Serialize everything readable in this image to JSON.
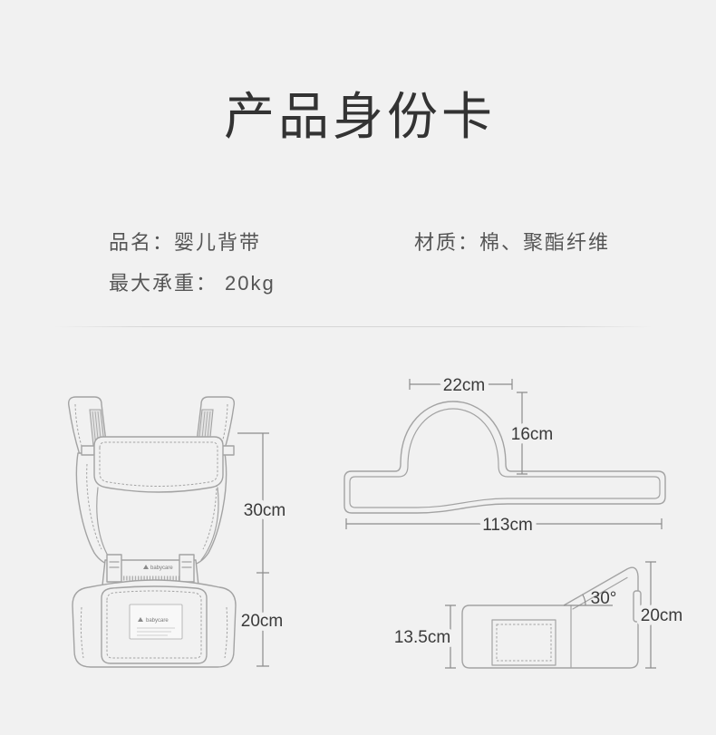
{
  "title": "产品身份卡",
  "specs": {
    "name": {
      "label": "品名：",
      "value": "婴儿背带"
    },
    "material": {
      "label": "材质：",
      "value": "棉、聚酯纤维"
    },
    "max_load": {
      "label": "最大承重：",
      "value": "20kg"
    }
  },
  "diagrams": {
    "carrier_front": {
      "upper_height": "30cm",
      "lower_height": "20cm",
      "logo_text": "babycare"
    },
    "waist_belt": {
      "headrest_width": "22cm",
      "headrest_height": "16cm",
      "belt_length": "113cm"
    },
    "hip_seat": {
      "seat_angle": "30°",
      "seat_height": "20cm",
      "front_height": "13.5cm"
    }
  },
  "colors": {
    "background": "#f1f1f1",
    "title_text": "#333333",
    "spec_text": "#555555",
    "drawing_line": "#a3a3a3",
    "dimension_line": "#8c8c8c",
    "label_text": "#3a3a3a"
  }
}
